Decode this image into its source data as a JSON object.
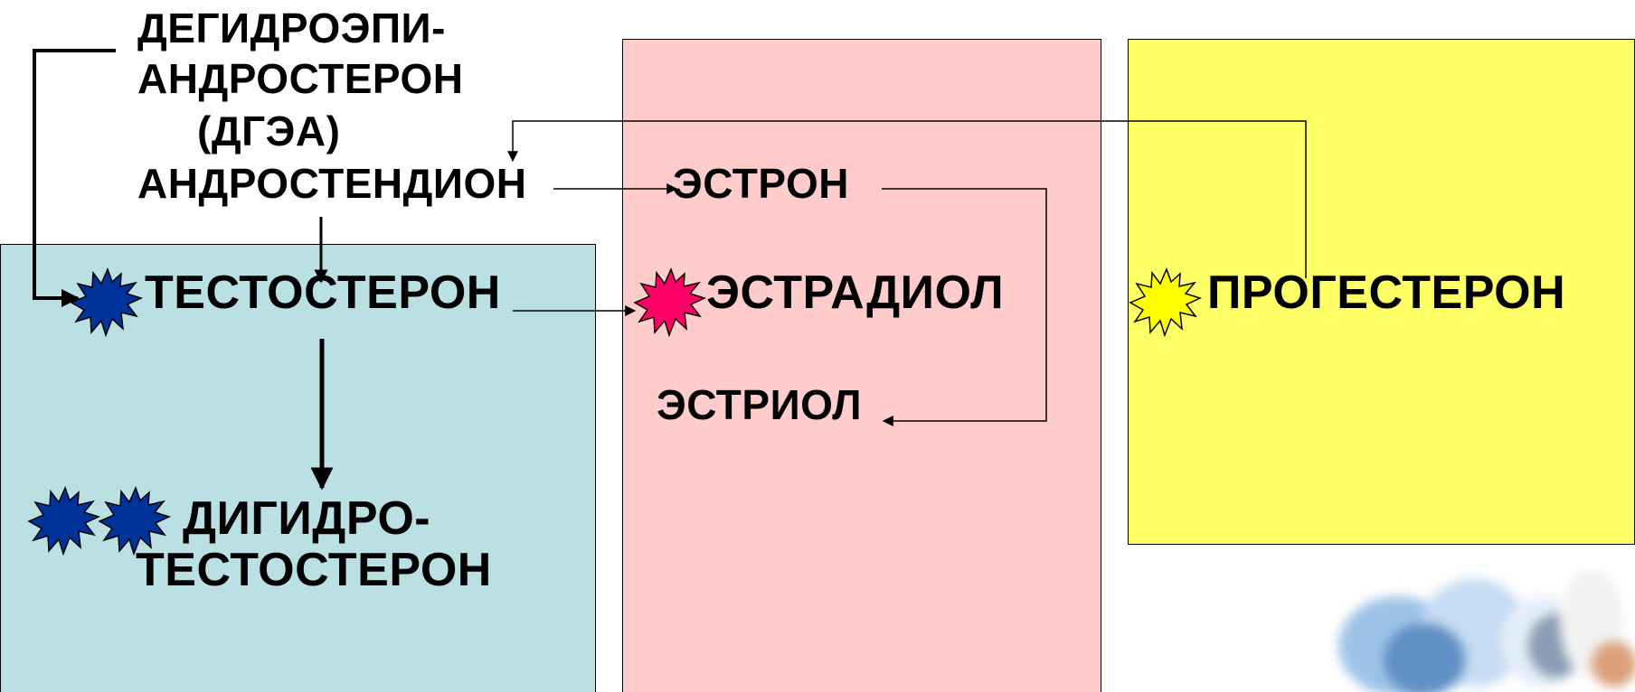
{
  "labels": {
    "dhea_line1": "ДЕГИДРОЭПИ-",
    "dhea_line2": "АНДРОСТЕРОН",
    "dhea_line3": "(ДГЭА)",
    "androstenedione": "АНДРОСТЕНДИОН",
    "estrone": "ЭСТРОН",
    "testosterone": "ТЕСТОСТЕРОН",
    "estradiol": "ЭСТРАДИОЛ",
    "progesterone": "ПРОГЕСТЕРОН",
    "estriol": "ЭСТРИОЛ",
    "dht_line1": "ДИГИДРО-",
    "dht_line2": "ТЕСТОСТЕРОН"
  },
  "colors": {
    "androgen_box": "#bbe0e3",
    "estrogen_box": "#ffcccc",
    "progestin_box": "#ffff66",
    "androgen_star": "#003399",
    "estrogen_star": "#ff0066",
    "progestin_star": "#ffff00",
    "arrow": "#000000"
  },
  "icons": {
    "testosterone_star": "blue-star-icon",
    "estradiol_star": "pink-star-icon",
    "progesterone_star": "yellow-star-icon",
    "dht_stars": "two-blue-star-icons",
    "photo": "laboratory-photo-decoration"
  }
}
